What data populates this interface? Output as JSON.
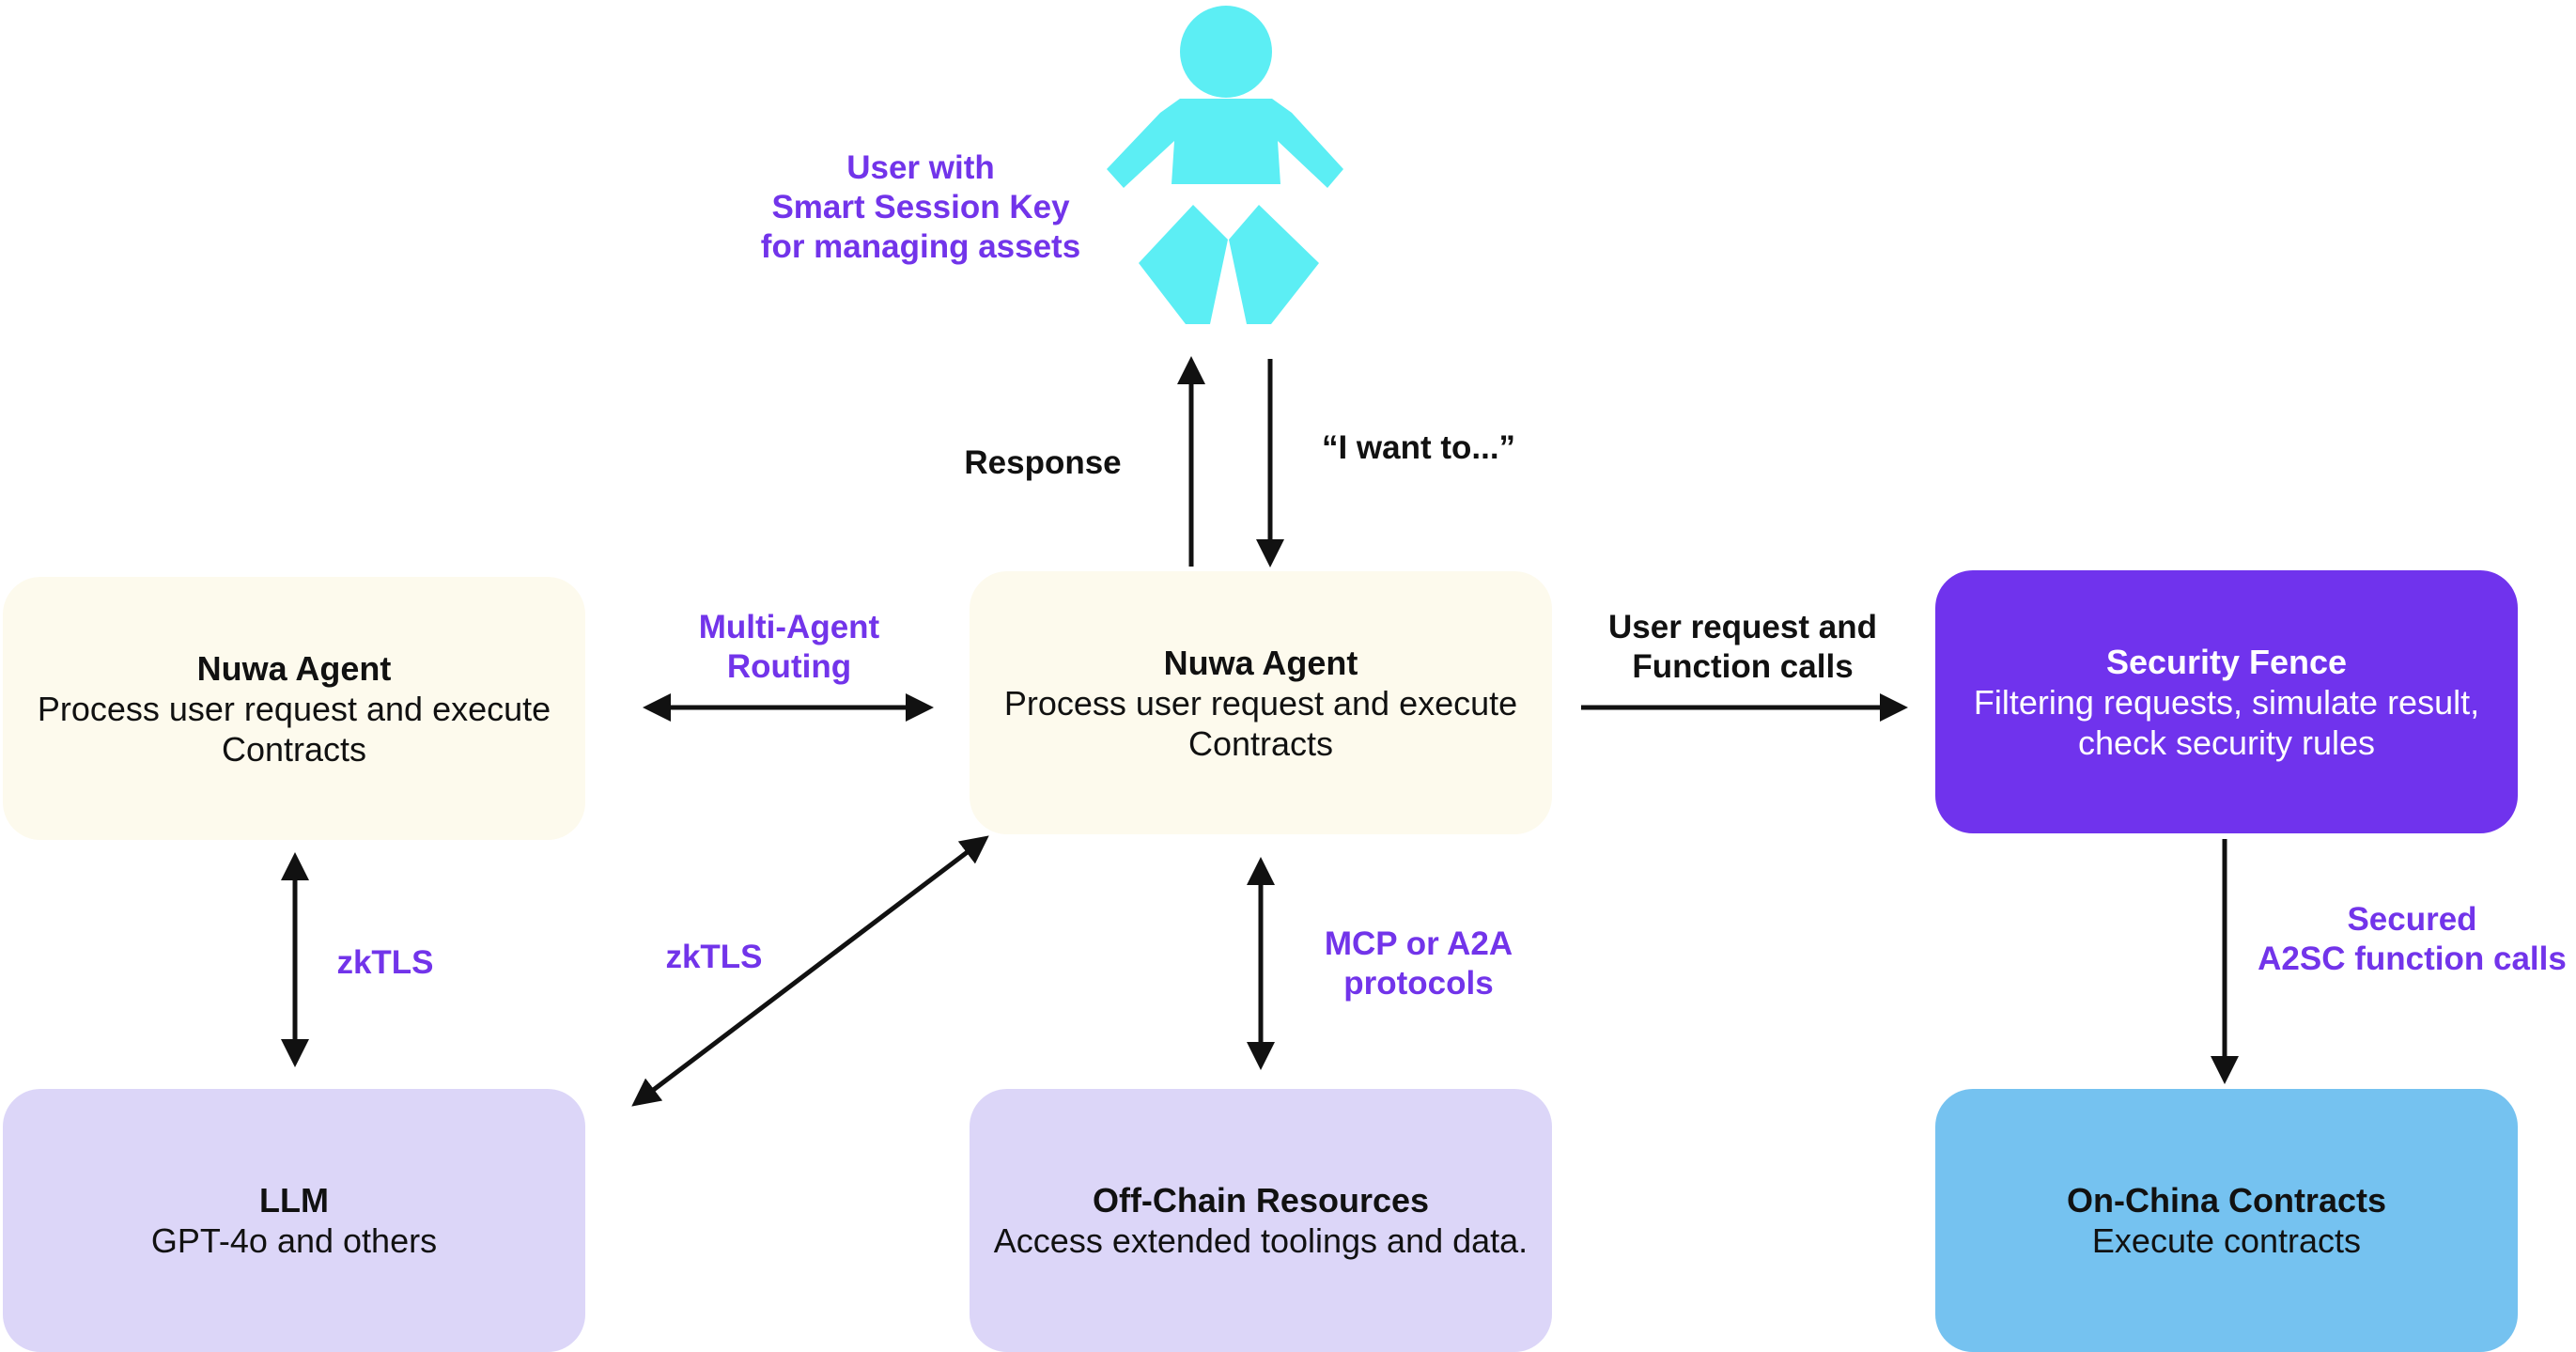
{
  "user": {
    "label_lines": [
      "User with",
      "Smart Session Key",
      "for managing assets"
    ],
    "icon": "person-icon",
    "icon_color": "#5ceef4"
  },
  "edges": {
    "response": "Response",
    "request": "“I want to...”",
    "multi_agent": [
      "Multi-Agent",
      "Routing"
    ],
    "user_request": [
      "User request and",
      "Function calls"
    ],
    "zktls_left": "zkTLS",
    "zktls_center": "zkTLS",
    "mcp": [
      "MCP or A2A",
      "protocols"
    ],
    "secured": [
      "Secured",
      "A2SC function calls"
    ]
  },
  "nodes": {
    "nuwa_left": {
      "title": "Nuwa Agent",
      "lines": [
        "Process user request and execute",
        "Contracts"
      ]
    },
    "nuwa_center": {
      "title": "Nuwa Agent",
      "lines": [
        "Process user request and execute",
        "Contracts"
      ]
    },
    "security": {
      "title": "Security Fence",
      "lines": [
        "Filtering requests, simulate result,",
        "check security rules"
      ]
    },
    "llm": {
      "title": "LLM",
      "lines": [
        "GPT-4o and others"
      ]
    },
    "offchain": {
      "title": "Off-Chain Resources",
      "lines": [
        "Access extended toolings and data."
      ]
    },
    "onchain": {
      "title": "On-China Contracts",
      "lines": [
        "Execute contracts"
      ]
    }
  },
  "colors": {
    "accent_purple": "#7234ea",
    "security_fill": "#7033ed",
    "agent_fill": "#fdfaed",
    "resource_fill": "#dcd6f8",
    "contract_fill": "#75c2f0",
    "arrow": "#111111"
  }
}
